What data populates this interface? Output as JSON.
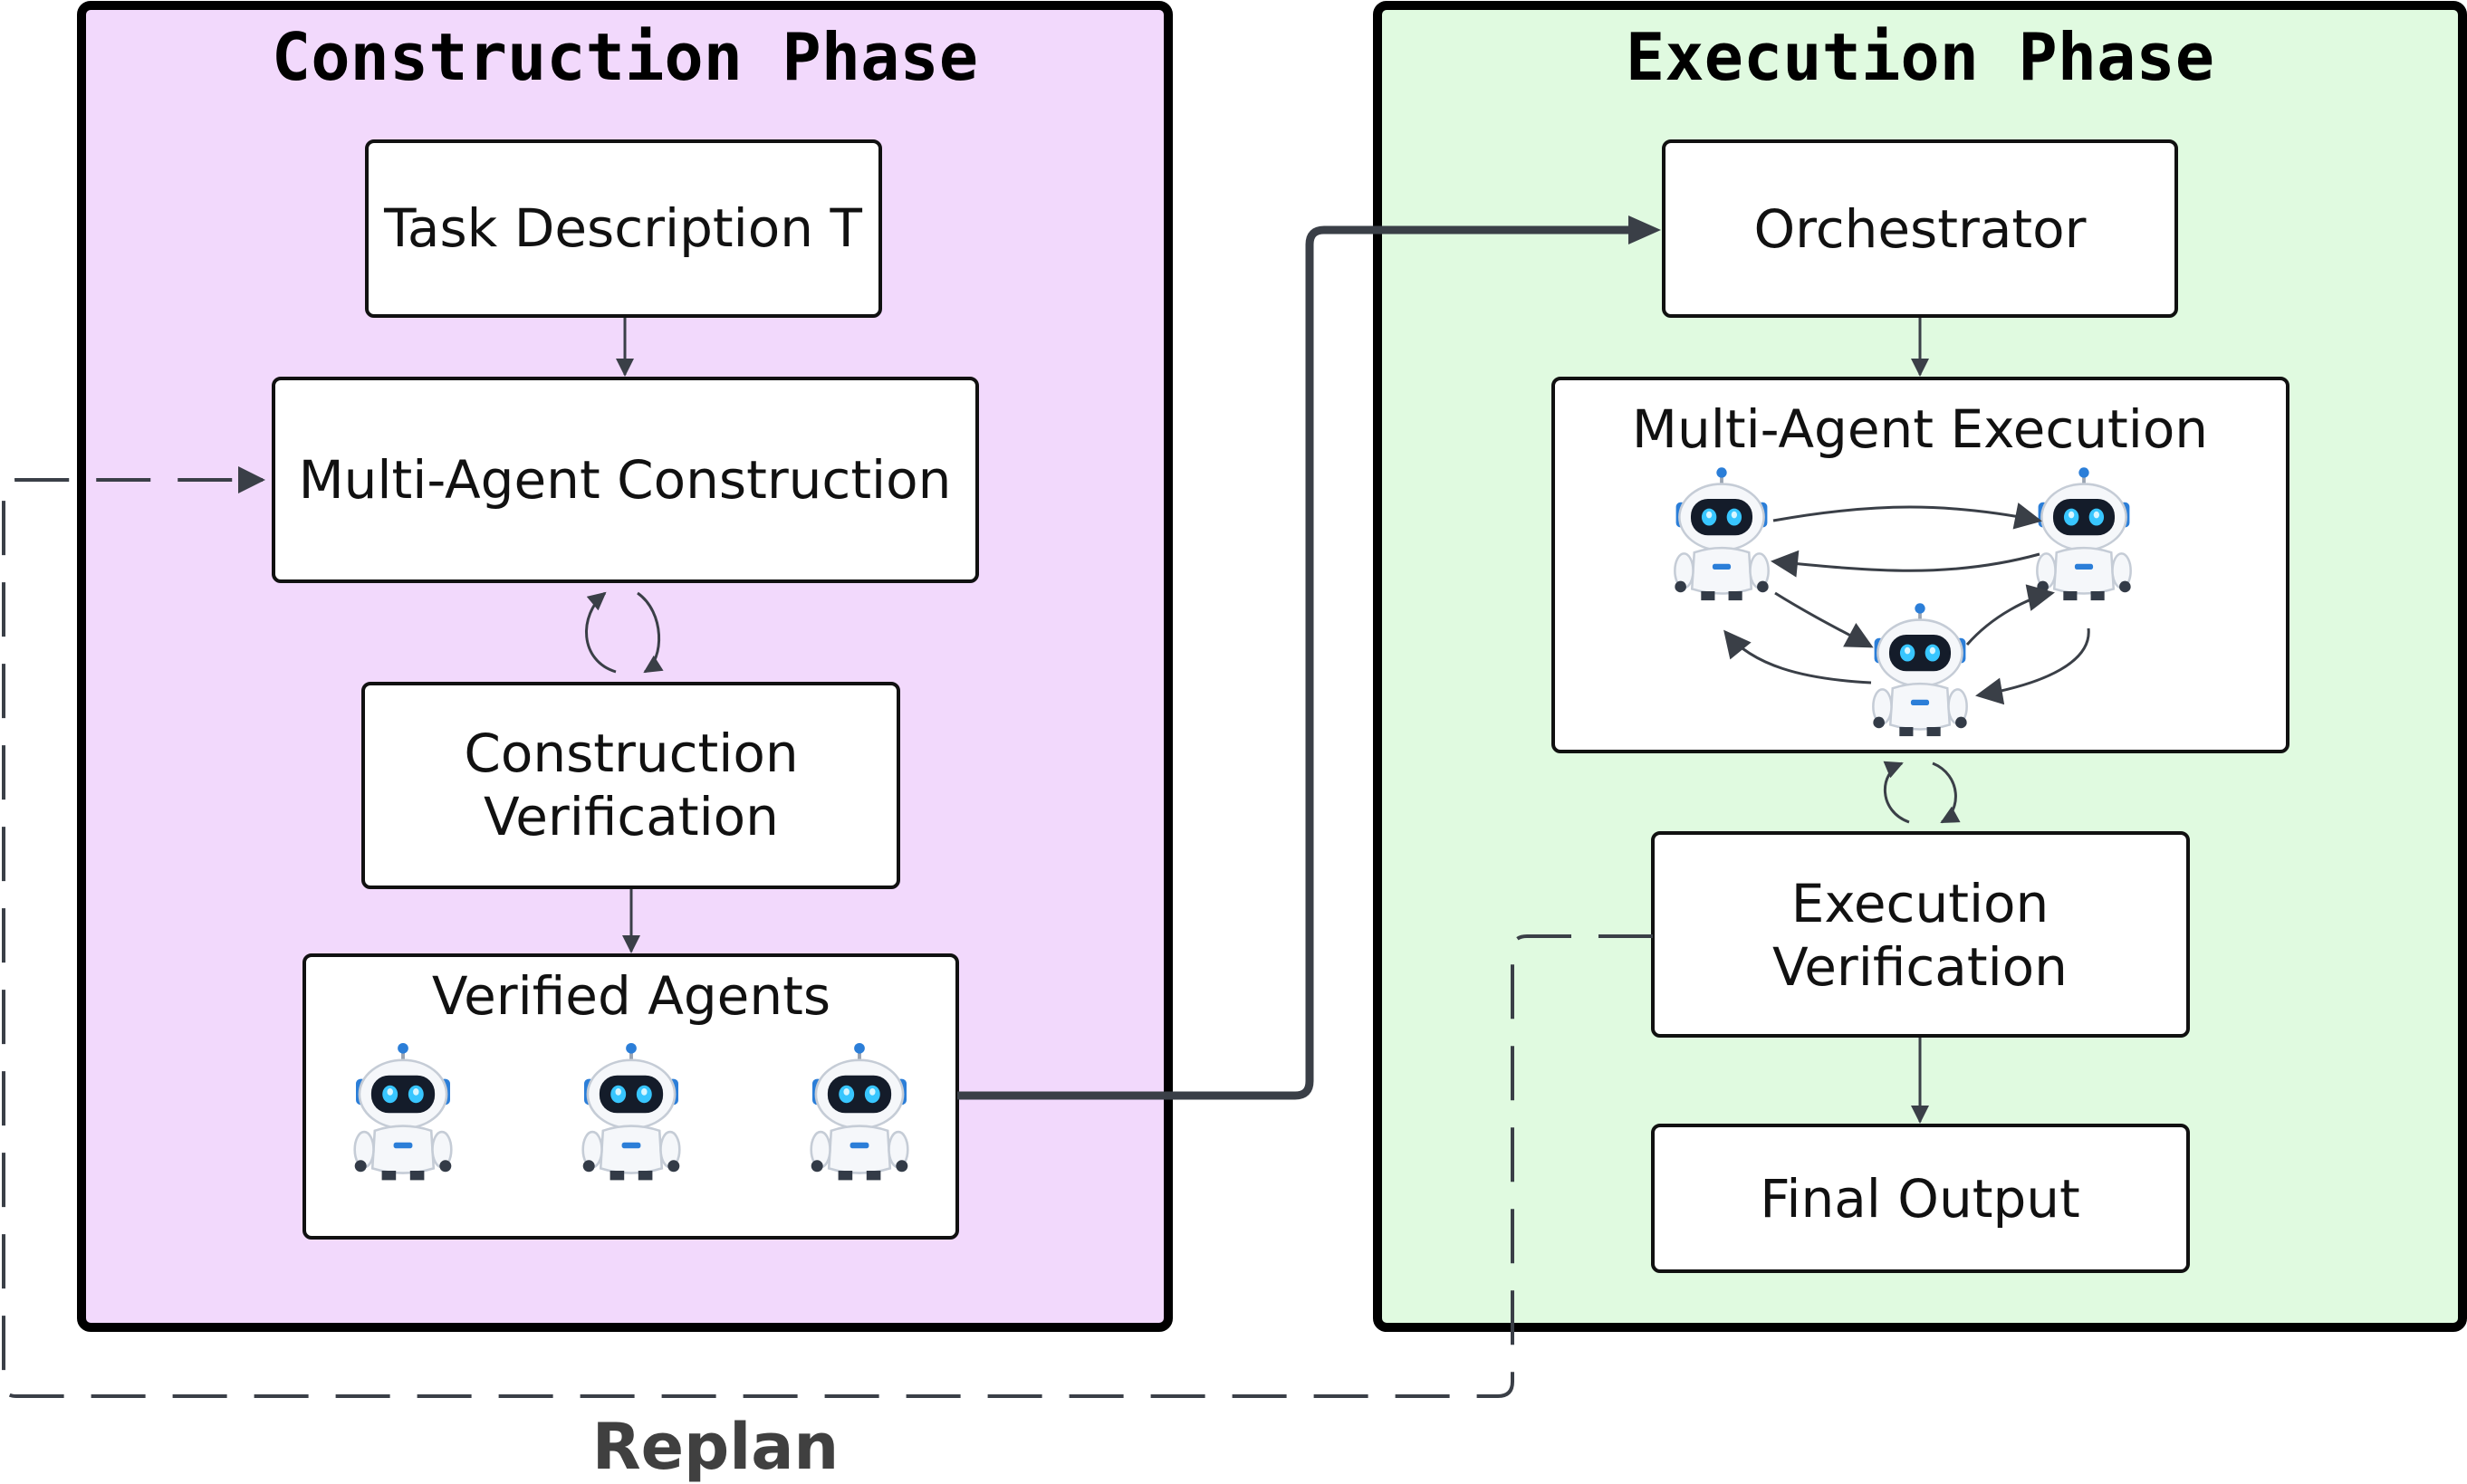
{
  "construction_phase": {
    "title": "Construction Phase",
    "background_color": "#f2d9fc",
    "task_description": "Task Description T",
    "multi_agent_construction": "Multi-Agent Construction",
    "construction_verification": [
      "Construction",
      "Verification"
    ],
    "verified_agents": "Verified Agents"
  },
  "execution_phase": {
    "title": "Execution Phase",
    "background_color": "#e0fae0",
    "orchestrator": "Orchestrator",
    "multi_agent_execution": "Multi-Agent Execution",
    "execution_verification": [
      "Execution",
      "Verification"
    ],
    "final_output": "Final Output"
  },
  "replan_label": "Replan",
  "icons": [
    "robot-icon"
  ],
  "colors": {
    "arrow": "#3a3f47",
    "robot_visor": "#141c2a",
    "robot_eyes": "#38c6ff",
    "robot_accent": "#2b7ed8"
  }
}
